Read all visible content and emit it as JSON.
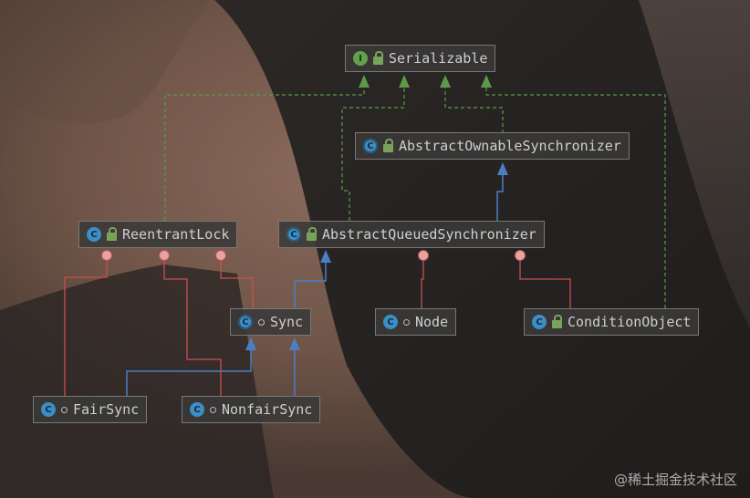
{
  "nodes": {
    "serializable": "Serializable",
    "abstract_ownable_synchronizer": "AbstractOwnableSynchronizer",
    "reentrant_lock": "ReentrantLock",
    "abstract_queued_synchronizer": "AbstractQueuedSynchronizer",
    "sync": "Sync",
    "node": "Node",
    "condition_object": "ConditionObject",
    "fair_sync": "FairSync",
    "nonfair_sync": "NonfairSync"
  },
  "badges": {
    "interface": "I",
    "class": "C",
    "abstract_class": "C"
  },
  "watermark": "@稀土掘金技术社区",
  "colors": {
    "implements": "#5c9a4a",
    "extends": "#4a7fc4",
    "inner_class": "#c94f4f",
    "node_border": "#7a7876",
    "text": "#cfcfcf"
  },
  "icons": {
    "interface": "interface-icon",
    "class": "class-icon",
    "abstract_class": "abstract-class-icon",
    "public": "lock-icon",
    "package_private": "circle-icon"
  }
}
